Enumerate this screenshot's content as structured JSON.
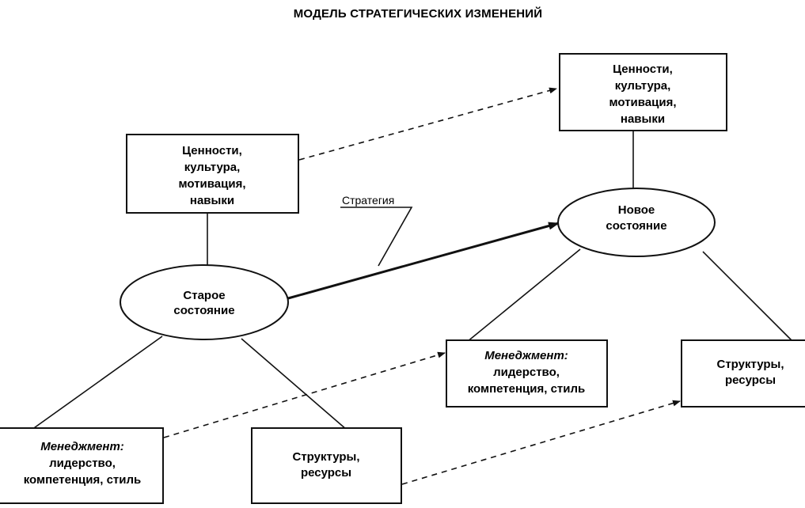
{
  "title": "МОДЕЛЬ СТРАТЕГИЧЕСКИХ ИЗМЕНЕНИЙ",
  "strategy_label": "Стратегия",
  "old_state": {
    "label_line1": "Старое",
    "label_line2": "состояние",
    "values_box": [
      "Ценности,",
      "культура,",
      "мотивация,",
      "навыки"
    ],
    "management_box": {
      "heading": "Менеджмент:",
      "lines": [
        "лидерство,",
        "компетенция, стиль"
      ]
    },
    "structures_box": [
      "Структуры,",
      "ресурсы"
    ]
  },
  "new_state": {
    "label_line1": "Новое",
    "label_line2": "состояние",
    "values_box": [
      "Ценности,",
      "культура,",
      "мотивация,",
      "навыки"
    ],
    "management_box": {
      "heading": "Менеджмент:",
      "lines": [
        "лидерство,",
        "компетенция, стиль"
      ]
    },
    "structures_box": [
      "Структуры,",
      "ресурсы"
    ]
  }
}
